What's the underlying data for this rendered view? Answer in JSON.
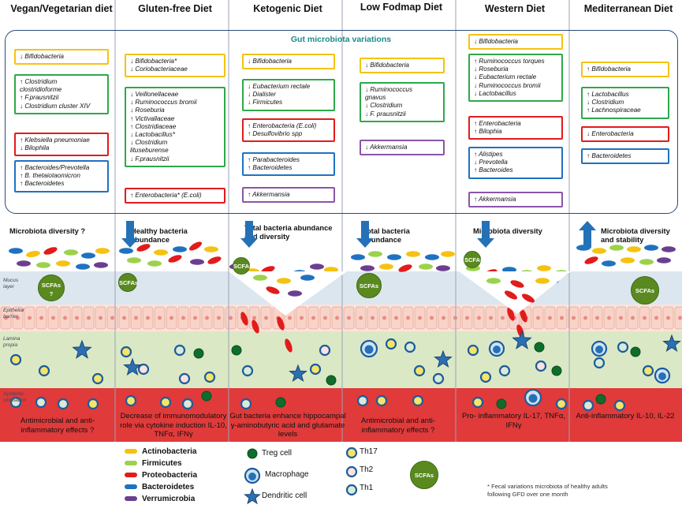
{
  "diets": [
    {
      "title": "Vegan/Vegetarian diet"
    },
    {
      "title": "Gluten-free Diet"
    },
    {
      "title": "Ketogenic Diet"
    },
    {
      "title": "Low Fodmap Diet"
    },
    {
      "title": "Western Diet"
    },
    {
      "title": "Mediterranean Diet"
    }
  ],
  "gut_label": "Gut microbiota variations",
  "boxes": [
    {
      "col": 0,
      "color": "y",
      "lines": [
        "↓ Bifidobacteria"
      ]
    },
    {
      "col": 0,
      "color": "g",
      "lines": [
        "↑ Clostridium",
        "clostridioforme",
        "↑ F.prausnitzii",
        "↓ Clostridium cluster XIV"
      ]
    },
    {
      "col": 0,
      "color": "r",
      "lines": [
        "↑ Klebsiella pneumoniae",
        "↓ Bilophila"
      ]
    },
    {
      "col": 0,
      "color": "b",
      "lines": [
        "↑ Bacteroides/Prevotella",
        "↑ B. thetaiotaomicron",
        "↑ Bacteroidetes"
      ]
    },
    {
      "col": 1,
      "color": "y",
      "lines": [
        "↓ Bifidobacteria*",
        "↓ Coriobacteriaceae"
      ]
    },
    {
      "col": 1,
      "color": "g",
      "lines": [
        "↓ Veillonellaceae",
        "↓ Ruminococcus bromii",
        "↓ Roseburia",
        "↑ Victivallaceae",
        "↑ Clostridiaceae",
        "↓ Lactobacillus*",
        "↓ Clostridium",
        "lituseburense",
        "↓ F.prausnitzii"
      ]
    },
    {
      "col": 1,
      "color": "r",
      "lines": [
        "↑ Enterobacteria* (E.coli)"
      ]
    },
    {
      "col": 2,
      "color": "y",
      "lines": [
        "↓ Bifidobacteria"
      ]
    },
    {
      "col": 2,
      "color": "g",
      "lines": [
        "↓ Eubacterium rectale",
        "↓ Dialister",
        "↓ Firmicutes"
      ]
    },
    {
      "col": 2,
      "color": "r",
      "lines": [
        "↑ Enterobacteria (E.coli)",
        "↑ Desulfovibrio spp"
      ]
    },
    {
      "col": 2,
      "color": "b",
      "lines": [
        "↑ Parabacteroides",
        "↑ Bacteroidetes"
      ]
    },
    {
      "col": 2,
      "color": "p",
      "lines": [
        "↑ Akkermansia"
      ]
    },
    {
      "col": 3,
      "color": "y",
      "lines": [
        "↓ Bifidobacteria"
      ]
    },
    {
      "col": 3,
      "color": "g",
      "lines": [
        "↓ Ruminococcus",
        "gnavus",
        "↓ Clostridium",
        "↓ F. prausnitzii"
      ]
    },
    {
      "col": 3,
      "color": "p",
      "lines": [
        "↓ Akkermansia"
      ]
    },
    {
      "col": 4,
      "color": "y",
      "lines": [
        "↓ Bifidobacteria"
      ]
    },
    {
      "col": 4,
      "color": "g",
      "lines": [
        "↑ Ruminococcus torques",
        "↓ Roseburia",
        "↓ Eubacterium rectale",
        "↓ Ruminococcus bromii",
        "↓ Lactobacillus"
      ]
    },
    {
      "col": 4,
      "color": "r",
      "lines": [
        "↑ Enterobacteria",
        "↑ Bilophia"
      ]
    },
    {
      "col": 4,
      "color": "b",
      "lines": [
        "↑ Alistipes",
        "↓ Prevotella",
        "↑ Bacteroides"
      ]
    },
    {
      "col": 4,
      "color": "p",
      "lines": [
        "↑ Akkermansia"
      ]
    },
    {
      "col": 5,
      "color": "y",
      "lines": [
        "↑ Bifidobacteria"
      ]
    },
    {
      "col": 5,
      "color": "g",
      "lines": [
        "↑ Lactobacillus",
        "↓ Clostridium",
        "↑ Lachnospiraceae"
      ]
    },
    {
      "col": 5,
      "color": "r",
      "lines": [
        "↓ Enterobacteria"
      ]
    },
    {
      "col": 5,
      "color": "b",
      "lines": [
        "↑ Bacteroidetes"
      ]
    }
  ],
  "effects": [
    {
      "text": "Microbiota diversity ?"
    },
    {
      "text": "Healthy bacteria abundance"
    },
    {
      "text": "Total bacteria abundance and diversity"
    },
    {
      "text": "Total bacteria abundance"
    },
    {
      "text": "Microbiota diversity"
    },
    {
      "text": "Microbiota diversity and stability"
    }
  ],
  "systemic": [
    {
      "text": "Antimicrobial and anti-inflammatory effects ?"
    },
    {
      "text": "Decrease of immunomodulatory role via cytokine induction IL-10, TNFα, IFNγ"
    },
    {
      "text": "Gut bacteria enhance hippocampal γ-aminobutyric acid and glutamate levels"
    },
    {
      "text": "Antimicrobial and anti-inflammatory effects ?"
    },
    {
      "text": "Pro- inflammatory IL-17, TNFα, IFNγ"
    },
    {
      "text": "Anti-inflammatory IL-10, IL-22"
    }
  ],
  "layers": {
    "mucus": "Mucus layer",
    "epithelial": "Epithelial barrier",
    "lamina": "Lamina propia",
    "systemic": "Systemic circulation"
  },
  "scfa_label": "SCFAs",
  "scfa_q": "?",
  "legend": {
    "phyla": [
      {
        "name": "Actinobacteria",
        "color": "#f5c211"
      },
      {
        "name": "Firmicutes",
        "color": "#9bd24b"
      },
      {
        "name": "Proteobacteria",
        "color": "#e21b1b"
      },
      {
        "name": "Bacteroidetes",
        "color": "#1f72c1"
      },
      {
        "name": "Verrumicrobia",
        "color": "#6b3f8f"
      }
    ],
    "cells": [
      "Treg cell",
      "Macrophage",
      "Dendritic cell"
    ],
    "th": [
      "Th17",
      "Th2",
      "Th1"
    ],
    "scfa": "SCFAs"
  },
  "footnote": "* Fecal variations microbiota of healthy adults following GFD over one month"
}
